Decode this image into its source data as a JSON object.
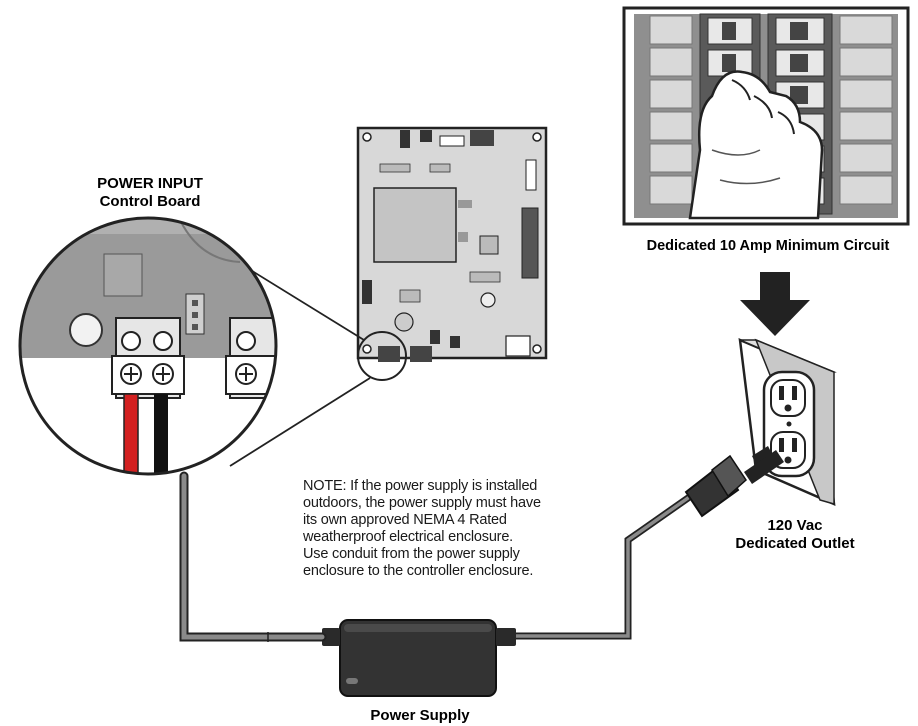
{
  "labels": {
    "power_input_title": "POWER INPUT",
    "power_input_subtitle": "Control Board",
    "circuit_caption": "Dedicated 10 Amp Minimum Circuit",
    "outlet_line1": "120 Vac",
    "outlet_line2": "Dedicated Outlet",
    "power_supply": "Power Supply"
  },
  "note": {
    "lines": [
      "NOTE: If the power supply is installed",
      "outdoors, the power supply must have",
      "its own approved NEMA 4 Rated",
      "weatherproof electrical enclosure.",
      "Use conduit from the power supply",
      "enclosure to the controller enclosure."
    ]
  },
  "colors": {
    "line": "#222222",
    "board_gray": "#d6d6d6",
    "panel_gray": "#9a9a9a",
    "wire_red": "#d32020",
    "wire_black": "#111111",
    "cable_gray": "#8a8a8a"
  }
}
